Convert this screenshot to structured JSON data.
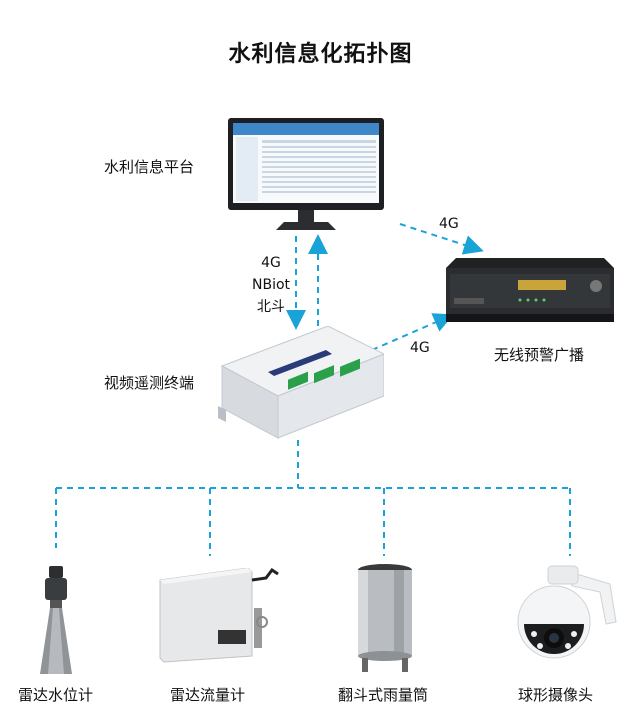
{
  "title": "水利信息化拓扑图",
  "nodes": {
    "platform": {
      "label": "水利信息平台",
      "icon": "monitor-icon"
    },
    "terminal": {
      "label": "视频遥测终端",
      "icon": "telemetry-terminal-icon"
    },
    "broadcast": {
      "label": "无线预警广播",
      "icon": "rack-broadcast-icon"
    },
    "radar_level": {
      "label": "雷达水位计",
      "icon": "radar-level-gauge-icon"
    },
    "radar_flow": {
      "label": "雷达流量计",
      "icon": "radar-flow-meter-icon"
    },
    "rain_gauge": {
      "label": "翻斗式雨量筒",
      "icon": "tipping-bucket-rain-gauge-icon"
    },
    "dome_camera": {
      "label": "球形摄像头",
      "icon": "dome-camera-icon"
    }
  },
  "links": {
    "platform_terminal": [
      "4G",
      "NBiot",
      "北斗"
    ],
    "platform_broadcast": "4G",
    "terminal_broadcast": "4G"
  },
  "colors": {
    "link": "#1aa3d6",
    "device_body": "#e9ecef",
    "terminal_label": "#2a3b7a"
  }
}
